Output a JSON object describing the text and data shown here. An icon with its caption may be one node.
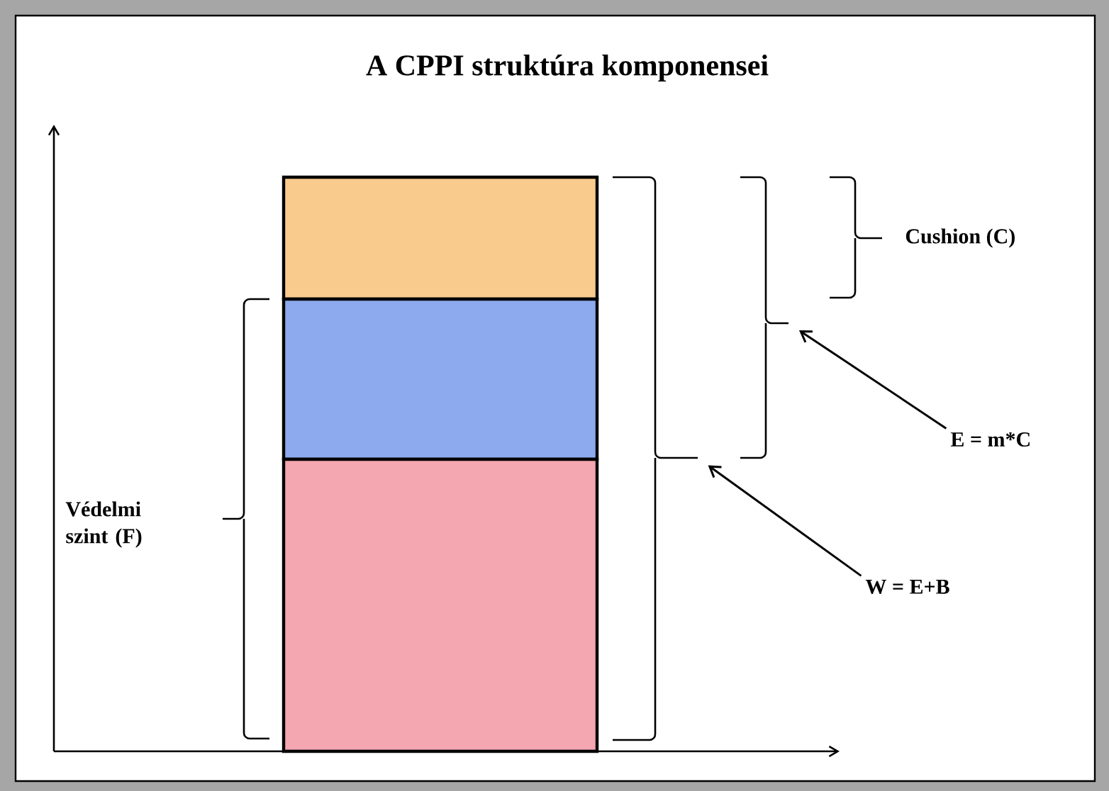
{
  "diagram": {
    "title": "A CPPI struktúra komponensei",
    "nodes": [
      {
        "text": [],
        "shape": "bar"
      },
      {
        "text": [],
        "shape": "bar"
      },
      {
        "text": [],
        "shape": "bar"
      },
      {
        "text": [
          "Cushion (C)"
        ]
      },
      {
        "text": [
          "Védelmi szint (F)"
        ]
      },
      {
        "text": [
          "E = m*C"
        ]
      },
      {
        "text": [
          "W = E+B"
        ]
      },
      {
        "text": [],
        "shape": "bracket"
      },
      {
        "text": [],
        "shape": "bracket"
      }
    ],
    "edges": [
      {
        "from": 5,
        "to": 8,
        "arrow": "to"
      },
      {
        "from": 6,
        "to": 7,
        "arrow": "to"
      }
    ]
  }
}
